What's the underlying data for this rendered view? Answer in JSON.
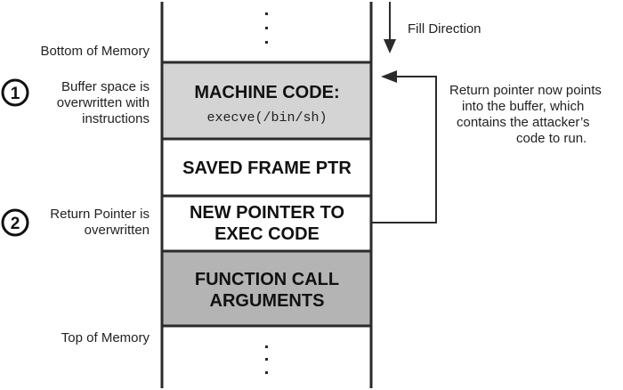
{
  "labels": {
    "bottom_of_memory": "Bottom of Memory",
    "top_of_memory": "Top of Memory",
    "fill_direction": "Fill Direction",
    "ellipsis_top": ".",
    "ellipsis_bottom": "."
  },
  "stack_blocks": [
    {
      "line1": "MACHINE CODE:",
      "line2": "execve(/bin/sh)",
      "fill": "#d4d4d4"
    },
    {
      "line1": "SAVED FRAME PTR",
      "fill": "#ffffff"
    },
    {
      "line1": "NEW POINTER TO",
      "line2": "EXEC CODE",
      "fill": "#ffffff"
    },
    {
      "line1": "FUNCTION CALL",
      "line2": "ARGUMENTS",
      "fill": "#b4b4b4"
    }
  ],
  "markers": [
    {
      "number": "1",
      "lines": [
        "Buffer space is",
        "overwritten with",
        "instructions"
      ]
    },
    {
      "number": "2",
      "lines": [
        "Return Pointer is",
        "overwritten"
      ]
    }
  ],
  "return_note": {
    "lines": [
      "Return pointer now points",
      "into the buffer, which",
      "contains the attacker’s",
      "code to run."
    ]
  },
  "colors": {
    "stroke": "#2b2b2b",
    "text": "#222222"
  }
}
